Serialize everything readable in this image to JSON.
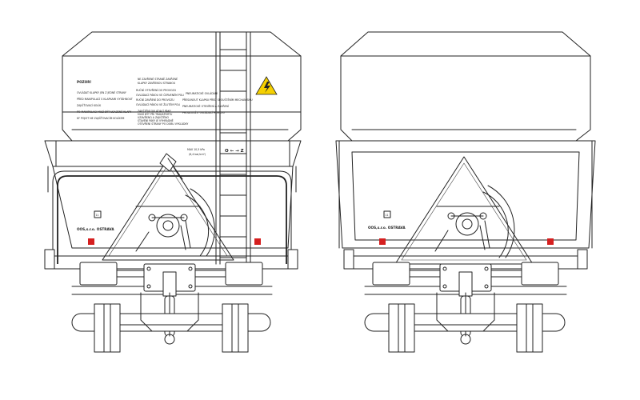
{
  "left_wagon": {
    "warning_title": "POZOR!",
    "warning_lines": [
      "OVLÁDAT KLAPKY JEN Z JEDNÉ STRANY",
      "PŘED MANIPULACÍ S KLAPKAMI VYTÁHNOUT",
      "ZAJIŠŤOVACÍ KOLÍK",
      "PO MANIPULACI MUSÍ BÝT USAZENÉ KLAPY",
      "KF POJIST NE ZAJIŠŤOVACÍM KOLÍKEM"
    ],
    "top_note_lines": [
      "NE ZAVŘENÉ STRANĚ ZAVŘENÉ",
      "KLAPKY ZAVŘENOU STRANOU"
    ],
    "center_lines": [
      "RUČNÍ OTEVŘENÍ DO PROVOZU",
      "OVLÁDACÍ PÁKOU VE ČERVENÉM POLI",
      "RUČNÍ ZAVŘENÍ DO PROVOZU",
      "OVLÁDACÍ PÁKOU VE ŽLUTÉM POLI"
    ],
    "center_small_lines": [
      "ZAJIŠTĚNÍ OVLÁDACÍ PÁKY",
      "MUSÍ BÝT PŘI TRANSPORTU",
      "UZAVŘENO A ZAJIŠTĚNO",
      "STAVĚNÍ PÁKY JE VÝHRADNĚ",
      "OTEVŘENÍ STRANY PO DOBU VYKLÁDKY"
    ],
    "right_lines": [
      "PNEUMATICKÉ OVLÁDÁNÍ",
      "PŘESUNOUT KLAPKU PŘED SPOUŠTĚNÍM MECHANISMU",
      "PNEUMATICKÉ OTEVŘENÍ A ZAVŘENÍ",
      "PRODLOUŽIT OVLÁDACÍ HORKOU"
    ],
    "indicator": "O ← → Z",
    "pressure_lines": [
      "MAX 10,5 kPa",
      "(6,4 bar/cm²)"
    ],
    "badge": "11",
    "operator": "OOS,s.r.o.  OSTRAVA"
  },
  "right_wagon": {
    "badge": "11",
    "operator": "OOS,s.r.o.  OSTRAVA"
  },
  "colors": {
    "line": "#222222",
    "marker_red": "#d51f1f",
    "hazard_yellow": "#f5d000"
  },
  "icons": {
    "hazard": "high-voltage-warning-icon"
  }
}
